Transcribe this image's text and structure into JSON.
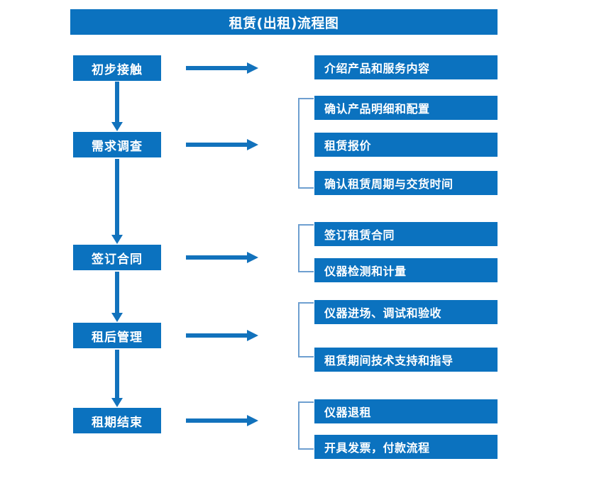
{
  "diagram": {
    "title": "租赁(出租)流程图",
    "accent_color": "#0B72BF",
    "arrow_color": "#1272BC",
    "bracket_color": "#6E9FD0",
    "text_color": "#FFFFFF",
    "background_color": "#FFFFFF"
  },
  "stages": [
    {
      "id": "stage-1",
      "label": "初步接触"
    },
    {
      "id": "stage-2",
      "label": "需求调查"
    },
    {
      "id": "stage-3",
      "label": "签订合同"
    },
    {
      "id": "stage-4",
      "label": "租后管理"
    },
    {
      "id": "stage-5",
      "label": "租期结束"
    }
  ],
  "details": [
    {
      "id": "detail-1-1",
      "stage": "初步接触",
      "label": "介绍产品和服务内容"
    },
    {
      "id": "detail-2-1",
      "stage": "需求调查",
      "label": "确认产品明细和配置"
    },
    {
      "id": "detail-2-2",
      "stage": "需求调查",
      "label": "租赁报价"
    },
    {
      "id": "detail-2-3",
      "stage": "需求调查",
      "label": "确认租赁周期与交货时间"
    },
    {
      "id": "detail-3-1",
      "stage": "签订合同",
      "label": "签订租赁合同"
    },
    {
      "id": "detail-3-2",
      "stage": "签订合同",
      "label": "仪器检测和计量"
    },
    {
      "id": "detail-4-1",
      "stage": "租后管理",
      "label": "仪器进场、调试和验收"
    },
    {
      "id": "detail-4-2",
      "stage": "租后管理",
      "label": "租赁期间技术支持和指导"
    },
    {
      "id": "detail-5-1",
      "stage": "租期结束",
      "label": "仪器退租"
    },
    {
      "id": "detail-5-2",
      "stage": "租期结束",
      "label": "开具发票，付款流程"
    }
  ],
  "connectors": {
    "horizontal_arrow_count": 5,
    "vertical_arrow_count": 4,
    "bracket_count": 4
  }
}
